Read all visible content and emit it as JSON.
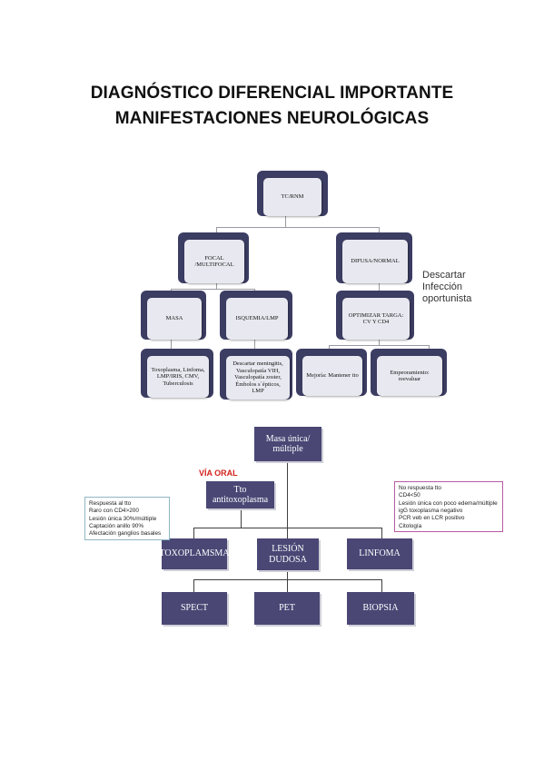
{
  "title": {
    "line1": "DIAGNÓSTICO DIFERENCIAL IMPORTANTE",
    "line2": "MANIFESTACIONES NEUROLÓGICAS"
  },
  "diagram1": {
    "root": "TC/RNM",
    "focal": "FOCAL\n/MULTIFOCAL",
    "difusa": "DIFUSA/NORMAL",
    "masa": "MASA",
    "isquemia": "ISQUEMIA/LMP",
    "optimizar": "OPTIMIZAR TARGA:\nCV Y CD4",
    "masa_causes": "Toxoplasma, Linfoma,\nLMP/IRIS, CMV,\nTuberculosis",
    "isquemia_causes": "Descartar meningitis,\nVasculopatía VIH,\nVasculopatía zoster,\nÉmbolos s´épticos,\nLMP",
    "mejoria": "Mejoría: Mantener tto",
    "empeoramiento": "Empeoramiento:\nreevaluar",
    "side_note": "Descartar\nInfección\noportunista"
  },
  "diagram2": {
    "root": "Masa única/\nmúltiple",
    "via_oral": "VÍA ORAL",
    "tto": "Tto\nantitoxoplasma",
    "toxo": "TOXOPLAMSMA",
    "lesion": "LESIÓN\nDUDOSA",
    "linfoma": "LINFOMA",
    "spect": "SPECT",
    "pet": "PET",
    "biopsia": "BIOPSIA",
    "left_note": [
      "Respuesta al tto",
      "Raro con CD4>200",
      "Lesión única 30%/múltiple",
      "Captación anillo 90%",
      "Afectación ganglios basales"
    ],
    "right_note": [
      "No respuesta tto",
      "CD4<50",
      "Lesión única con poco edema/múltiple",
      "igG toxoplasma negativo",
      "PCR veb en LCR positivo",
      "Citología"
    ],
    "colors": {
      "node": "#4a4775",
      "left_note_border": "#8fb7c4",
      "right_note_border": "#b85aa3",
      "via_oral": "#d2231b"
    }
  }
}
